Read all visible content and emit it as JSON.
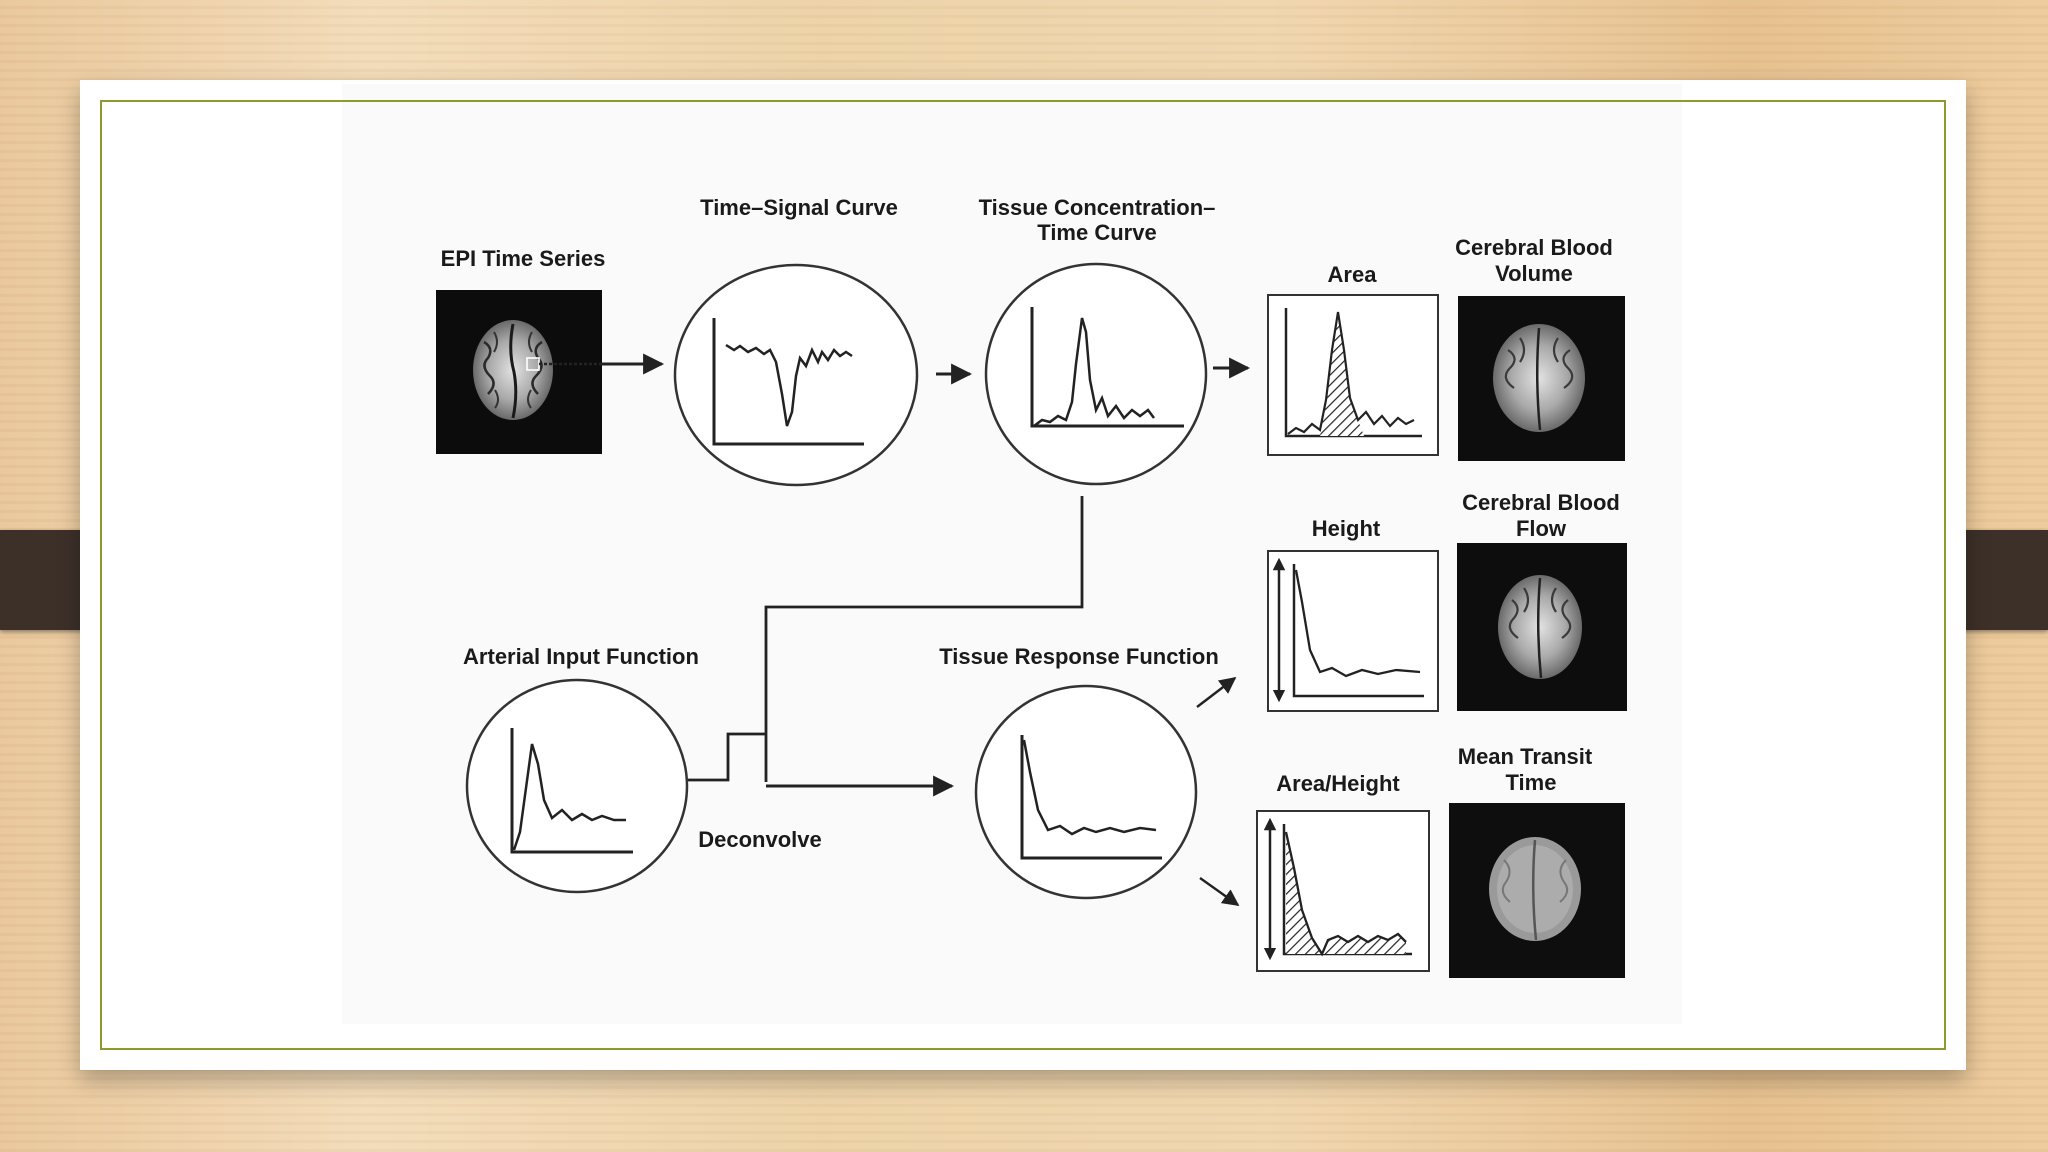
{
  "labels": {
    "epi": "EPI Time Series",
    "time_signal": "Time–Signal Curve",
    "tissue_conc_1": "Tissue Concentration–",
    "tissue_conc_2": "Time Curve",
    "area": "Area",
    "cbv_1": "Cerebral Blood",
    "cbv_2": "Volume",
    "height": "Height",
    "cbf_1": "Cerebral Blood",
    "cbf_2": "Flow",
    "aif": "Arterial Input Function",
    "trf": "Tissue Response Function",
    "deconvolve": "Deconvolve",
    "area_height": "Area/Height",
    "mtt_1": "Mean Transit",
    "mtt_2": "Time"
  }
}
